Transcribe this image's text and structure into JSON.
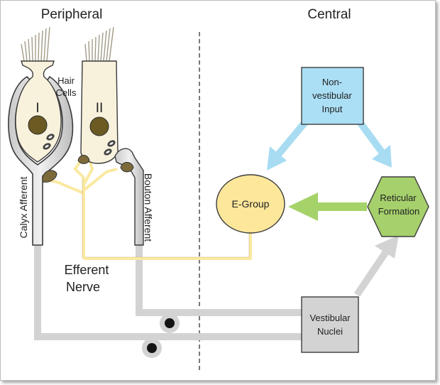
{
  "headings": {
    "peripheral": "Peripheral",
    "central": "Central"
  },
  "hair_cells": {
    "label_line1": "Hair",
    "label_line2": "Cells",
    "type1": "I",
    "type2": "II"
  },
  "afferents": {
    "calyx": "Calyx Afferent",
    "bouton": "Bouton Afferent"
  },
  "efferent": {
    "line1": "Efferent",
    "line2": "Nerve"
  },
  "nodes": {
    "nonvestibular": [
      "Non-",
      "vestibular",
      "Input"
    ],
    "egroup": "E-Group",
    "reticular": [
      "Reticular",
      "Formation"
    ],
    "vestibular_nuclei": [
      "Vestibular",
      "Nuclei"
    ]
  },
  "colors": {
    "pathway_gray": "#d3d3d3",
    "efferent_yellow": "#fbe9a0",
    "blue_arrow": "#a8dcf2",
    "green_arrow": "#a5d36a",
    "egroup_fill": "#fde79a",
    "reticular_fill": "#a5d06c",
    "nonvestibular_fill": "#abdff5",
    "nuclei_fill": "#d3d3d3",
    "cell_fill": "#f8f2dd",
    "nucleus_fill": "#6b5a22"
  }
}
